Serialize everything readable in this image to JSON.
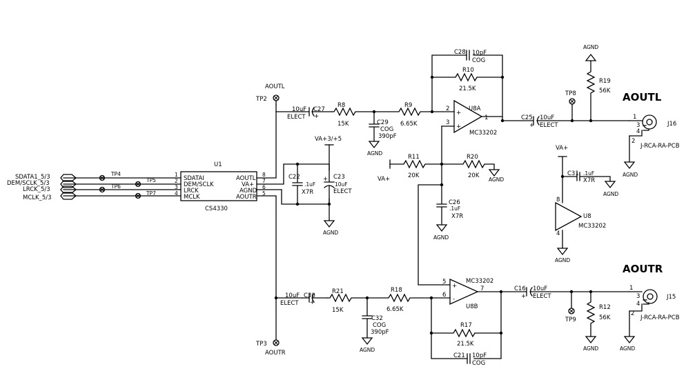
{
  "ic_u1": {
    "ref": "U1",
    "part": "CS4330",
    "pins_left": [
      {
        "num": "1",
        "name": "SDATAI"
      },
      {
        "num": "2",
        "name": "DEM/SCLK"
      },
      {
        "num": "3",
        "name": "LRCK"
      },
      {
        "num": "4",
        "name": "MCLK"
      }
    ],
    "pins_right": [
      {
        "num": "8",
        "name": "AOUTL"
      },
      {
        "num": "7",
        "name": "VA+"
      },
      {
        "num": "6",
        "name": "AGND"
      },
      {
        "num": "5",
        "name": "AOUTR"
      }
    ]
  },
  "offpage": [
    "SDATA1_5/3",
    "DEM/SCLK_5/3",
    "LRCK_5/3",
    "MCLK_5/3"
  ],
  "testpoints": {
    "tp4": "TP4",
    "tp5": "TP5",
    "tp6": "TP6",
    "tp7": "TP7",
    "tp2": "TP2",
    "tp3": "TP3",
    "tp8": "TP8",
    "tp9": "TP9"
  },
  "nets": {
    "aoutl": "AOUTL",
    "aoutr": "AOUTR",
    "va_plus": "VA+",
    "va_3_5": "VA+3/+5",
    "agnd": "AGND"
  },
  "components": {
    "c27": {
      "ref": "C27",
      "value": "10uF",
      "type": "ELECT"
    },
    "r8": {
      "ref": "R8",
      "value": "15K"
    },
    "c29": {
      "ref": "C29",
      "dielectric": "COG",
      "value": "390pF"
    },
    "r9": {
      "ref": "R9",
      "value": "6.65K"
    },
    "c28": {
      "ref": "C28",
      "value": "10pF",
      "dielectric": "COG"
    },
    "r10": {
      "ref": "R10",
      "value": "21.5K"
    },
    "u8a": {
      "ref": "U8A",
      "part": "MC33202",
      "pin_inv": "2",
      "pin_noninv": "3",
      "pin_out": "1"
    },
    "r11": {
      "ref": "R11",
      "value": "20K"
    },
    "r20": {
      "ref": "R20",
      "value": "20K"
    },
    "c26": {
      "ref": "C26",
      "value": ".1uF",
      "dielectric": "X7R"
    },
    "c22": {
      "ref": "C22",
      "value": ".1uF",
      "dielectric": "X7R"
    },
    "c23": {
      "ref": "C23",
      "value": "10uF",
      "type": "ELECT"
    },
    "c25": {
      "ref": "C25",
      "value": "10uF",
      "type": "ELECT"
    },
    "r19": {
      "ref": "R19",
      "value": "56K"
    },
    "c31": {
      "ref": "C31",
      "value": ".1uF",
      "dielectric": "X7R"
    },
    "u8": {
      "ref": "U8",
      "part": "MC33202",
      "pin_v": "8",
      "pin_g": "4"
    },
    "j16": {
      "ref": "J16",
      "part": "J-RCA-RA-PCB",
      "pins": [
        "1",
        "3",
        "4",
        "2"
      ]
    },
    "c30": {
      "ref": "C30",
      "value": "10uF",
      "type": "ELECT"
    },
    "r21": {
      "ref": "R21",
      "value": "15K"
    },
    "c32": {
      "ref": "C32",
      "dielectric": "COG",
      "value": "390pF"
    },
    "r18": {
      "ref": "R18",
      "value": "6.65K"
    },
    "u8b": {
      "ref": "U8B",
      "part": "MC33202",
      "pin_noninv": "5",
      "pin_inv": "6",
      "pin_out": "7"
    },
    "r17": {
      "ref": "R17",
      "value": "21.5K"
    },
    "c21": {
      "ref": "C21",
      "value": "10pF",
      "dielectric": "COG"
    },
    "c16": {
      "ref": "C16",
      "value": "10uF",
      "type": "ELECT"
    },
    "r12": {
      "ref": "R12",
      "value": "56K"
    },
    "j15": {
      "ref": "J15",
      "part": "J-RCA-RA-PCB",
      "pins": [
        "1",
        "3",
        "4",
        "2"
      ]
    }
  },
  "outputs": {
    "left": "AOUTL",
    "right": "AOUTR"
  },
  "symbols": {
    "plus": "+"
  }
}
